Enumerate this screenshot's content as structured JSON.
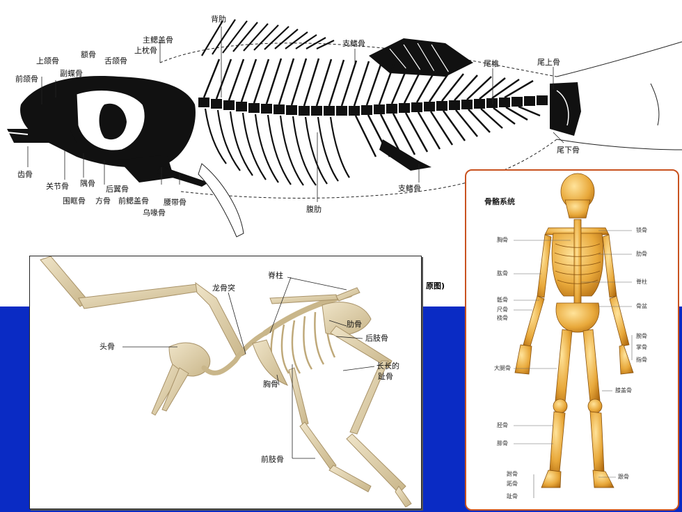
{
  "fish": {
    "labels": {
      "back_rib": "背肋",
      "main_opercle": "主鳃盖骨",
      "supraoccipital": "上枕骨",
      "upper_jaw": "上颌骨",
      "frontal": "额骨",
      "hyomandibular": "舌颌骨",
      "premaxilla": "前颌骨",
      "parasphenoid": "副蝶骨",
      "dorsal_pterygiophore": "支鳍骨",
      "caudal_vertebra": "尾椎",
      "epural": "尾上骨",
      "hypural": "尾下骨",
      "dentary": "齿骨",
      "articular": "关节骨",
      "symplectic": "隅骨",
      "postcleithrum": "后翼骨",
      "circumorbital": "围眶骨",
      "quadrate": "方骨",
      "preopercle": "前鳃盖骨",
      "pectoral_girdle": "腰带骨",
      "coracoid": "乌喙骨",
      "ventral_rib": "腹肋",
      "anal_pterygiophore": "支鳍骨"
    }
  },
  "bird": {
    "labels": {
      "keel": "龙骨突",
      "spine": "脊柱",
      "rib": "肋骨",
      "hindlimb": "后肢骨",
      "skull": "头骨",
      "long_toe_line1": "长长的",
      "long_toe_line2": "趾骨",
      "sternum": "胸骨",
      "forelimb": "前肢骨"
    }
  },
  "caption_fragment": "原图)",
  "human": {
    "title": "骨骼系统",
    "labels": {
      "clavicle": "锁骨",
      "sternum": "胸骨",
      "rib": "肋骨",
      "humerus": "肱骨",
      "spine": "脊柱",
      "ulna_small": "骶骨",
      "radius": "尺骨",
      "radius2": "桡骨",
      "pelvis": "骨盆",
      "carpal": "腕骨",
      "metacarpal": "掌骨",
      "phalanges": "指骨",
      "femur": "大腿骨",
      "patella": "膝盖骨",
      "tibia": "胫骨",
      "fibula": "腓骨",
      "tarsal": "跗骨",
      "metatarsal": "跖骨",
      "toe": "趾骨",
      "calcaneus": "跟骨"
    }
  },
  "colors": {
    "band": "#0a2bc4",
    "human_frame": "#c9521f",
    "bone": "#e0a030"
  }
}
